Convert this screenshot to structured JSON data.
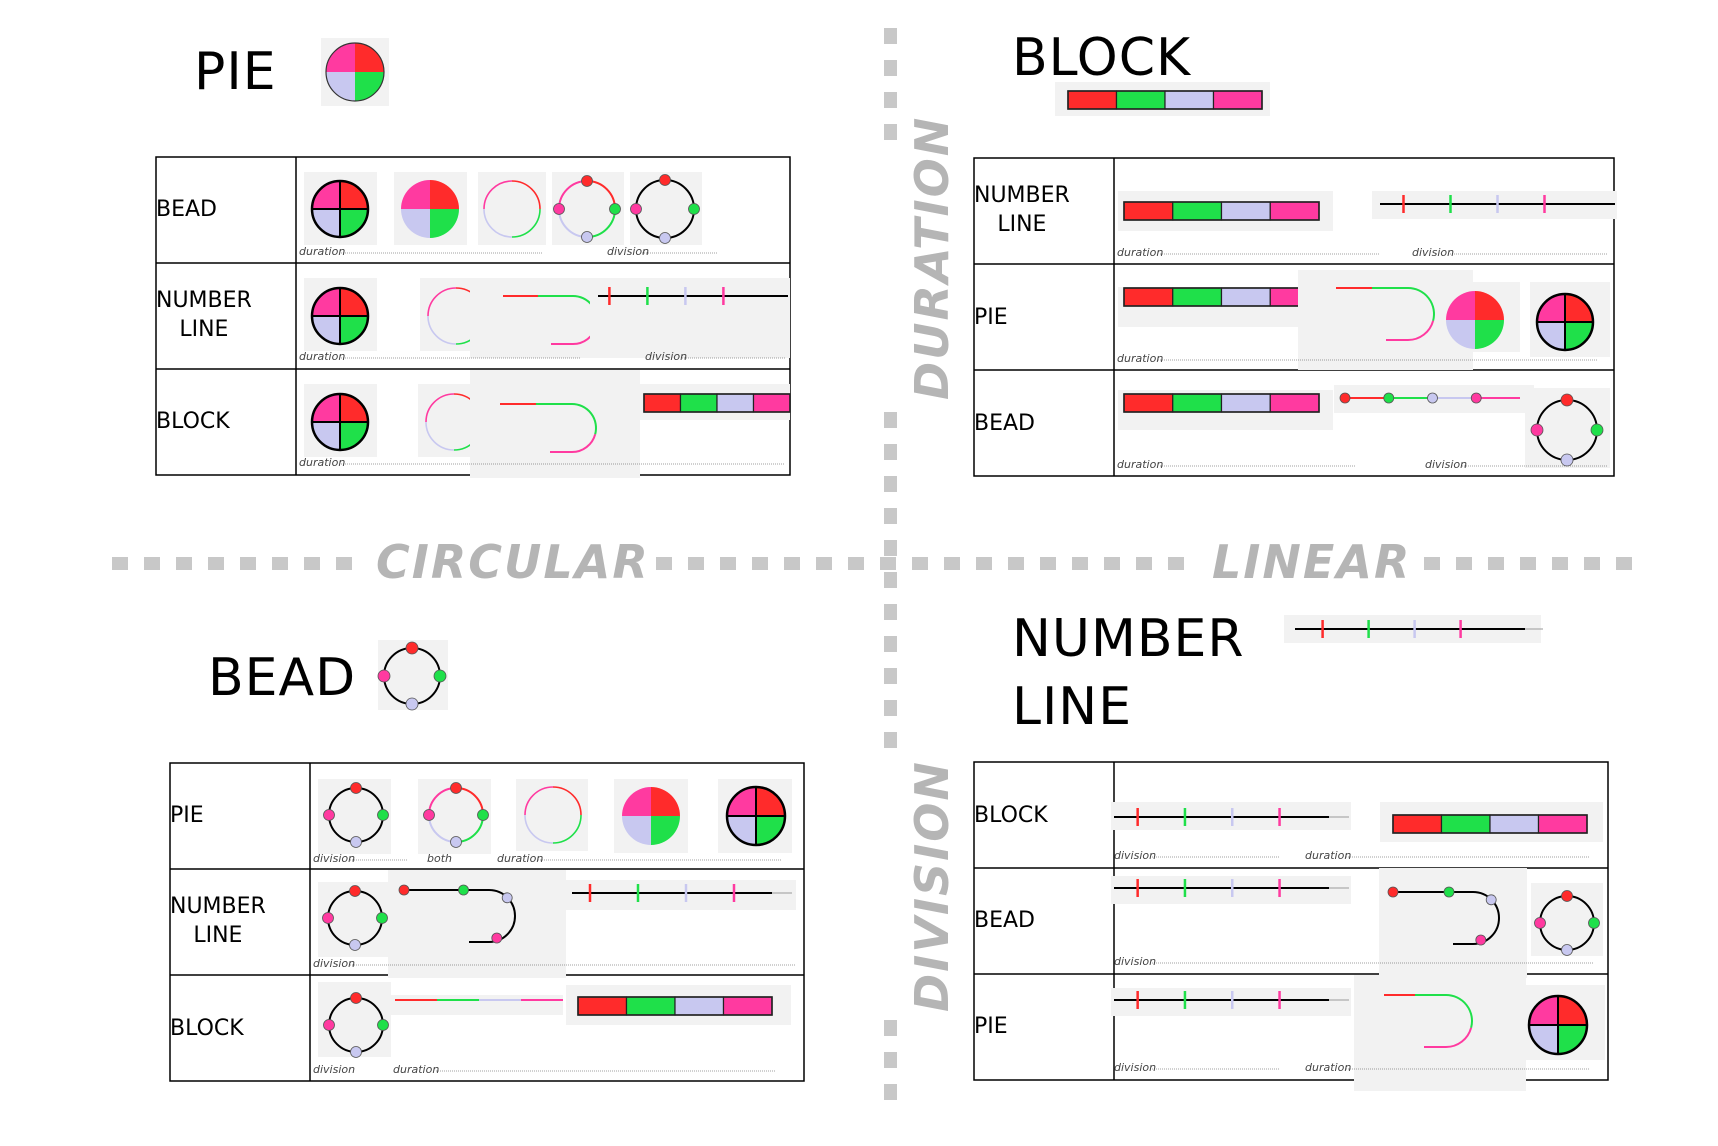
{
  "axes": {
    "circular": "CIRCULAR",
    "linear": "LINEAR",
    "duration": "DURATION",
    "division": "DIVISION"
  },
  "colors": {
    "red": "#ff2b2b",
    "green": "#1fe04a",
    "lavender": "#c8c8f0",
    "pink": "#ff3aa0",
    "dash": "#c8c8c8"
  },
  "quadrants": {
    "pie": {
      "title": "PIE",
      "rows": [
        {
          "label": "BEAD",
          "notes": [
            "duration",
            "division"
          ]
        },
        {
          "label": "NUMBER\nLINE",
          "notes": [
            "duration",
            "division"
          ]
        },
        {
          "label": "BLOCK",
          "notes": [
            "duration"
          ]
        }
      ]
    },
    "block": {
      "title": "BLOCK",
      "rows": [
        {
          "label": "NUMBER\nLINE",
          "notes": [
            "duration",
            "division"
          ]
        },
        {
          "label": "PIE",
          "notes": [
            "duration"
          ]
        },
        {
          "label": "BEAD",
          "notes": [
            "duration",
            "division"
          ]
        }
      ]
    },
    "bead": {
      "title": "BEAD",
      "rows": [
        {
          "label": "PIE",
          "notes": [
            "division",
            "both",
            "duration"
          ]
        },
        {
          "label": "NUMBER\nLINE",
          "notes": [
            "division"
          ]
        },
        {
          "label": "BLOCK",
          "notes": [
            "division",
            "duration"
          ]
        }
      ]
    },
    "numberline": {
      "title": "NUMBER\nLINE",
      "rows": [
        {
          "label": "BLOCK",
          "notes": [
            "division",
            "duration"
          ]
        },
        {
          "label": "BEAD",
          "notes": [
            "division"
          ]
        },
        {
          "label": "PIE",
          "notes": [
            "division",
            "duration"
          ]
        }
      ]
    }
  }
}
